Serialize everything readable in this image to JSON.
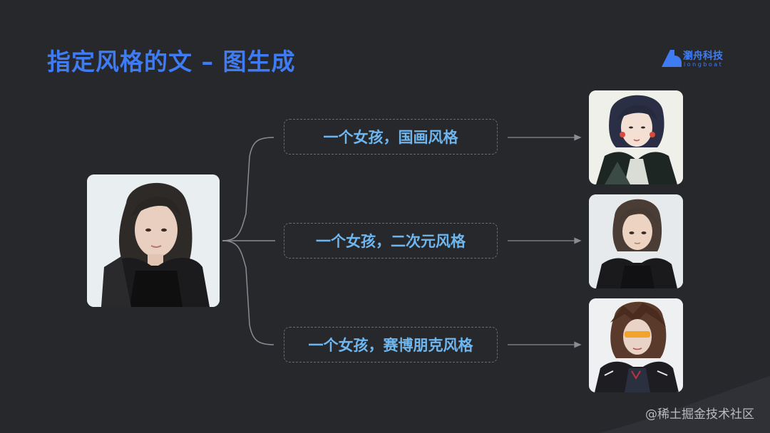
{
  "slide": {
    "title": "指定风格的文 – 图生成"
  },
  "logo": {
    "name": "瀏舟科技",
    "sub": "longboat",
    "color": "#3f7cf4"
  },
  "source_image": {
    "icon": "portrait-photo-realistic"
  },
  "prompts": [
    {
      "label": "一个女孩，国画风格",
      "result_icon": "portrait-chinese-painting"
    },
    {
      "label": "一个女孩，二次元风格",
      "result_icon": "portrait-anime"
    },
    {
      "label": "一个女孩，赛博朋克风格",
      "result_icon": "portrait-cyberpunk"
    }
  ],
  "watermark": "@稀土掘金技术社区",
  "colors": {
    "background": "#27282c",
    "title": "#3f7cf4",
    "prompt_text": "#6fb6ee"
  }
}
